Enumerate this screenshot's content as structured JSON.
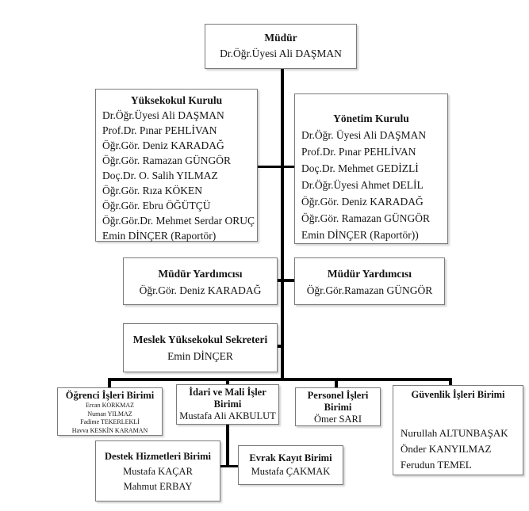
{
  "page": {
    "background_color": "#ffffff",
    "line_color": "#000000",
    "border_color": "#7a7a7a",
    "text_color": "#141414"
  },
  "boxes": {
    "mudur": {
      "title": "Müdür",
      "members": [
        "Dr.Öğr.Üyesi Ali DAŞMAN"
      ]
    },
    "yuksekokul_kurulu": {
      "title": "Yüksekokul Kurulu",
      "members": [
        "Dr.Öğr.Üyesi Ali DAŞMAN",
        "Prof.Dr. Pınar PEHLİVAN",
        "Öğr.Gör. Deniz KARADAĞ",
        "Öğr.Gör. Ramazan GÜNGÖR",
        "Doç.Dr. O. Salih YILMAZ",
        "Öğr.Gör. Rıza KÖKEN",
        "Öğr.Gör. Ebru ÖĞÜTÇÜ",
        "Öğr.Gör.Dr. Mehmet Serdar ORUÇ",
        "Emin DİNÇER (Raportör)"
      ]
    },
    "yonetim_kurulu": {
      "title": "Yönetim Kurulu",
      "members": [
        "Dr.Öğr. Üyesi Ali DAŞMAN",
        "Prof.Dr. Pınar PEHLİVAN",
        "Doç.Dr. Mehmet GEDİZLİ",
        "Dr.Öğr.Üyesi Ahmet DELİL",
        "Öğr.Gör. Deniz KARADAĞ",
        "Öğr.Gör. Ramazan GÜNGÖR",
        "Emin DİNÇER (Raportör))"
      ]
    },
    "mudur_yardimcisi_sol": {
      "title": "Müdür Yardımcısı",
      "members": [
        "Öğr.Gör. Deniz KARADAĞ"
      ]
    },
    "mudur_yardimcisi_sag": {
      "title": "Müdür Yardımcısı",
      "members": [
        "Öğr.Gör.Ramazan GÜNGÖR"
      ]
    },
    "sekreter": {
      "title": "Meslek Yüksekokul Sekreteri",
      "members": [
        "Emin DİNÇER"
      ]
    },
    "ogrenci_isleri": {
      "title": "Öğrenci İşleri Birimi",
      "members": [
        "Ercan KORKMAZ",
        "Numan YILMAZ",
        "Fadime TEKERLEKLİ",
        "Havva KESKİN KARAMAN"
      ]
    },
    "idari_mali_isler": {
      "title": "İdari ve Mali İşler Birimi",
      "members": [
        "Mustafa Ali AKBULUT"
      ]
    },
    "personel_isleri": {
      "title": "Personel İşleri Birimi",
      "members": [
        "Ömer SARI"
      ]
    },
    "guvenlik_isleri": {
      "title": "Güvenlik İşleri Birimi",
      "members": [
        "Nurullah ALTUNBAŞAK",
        "Önder KANYILMAZ",
        "Ferudun TEMEL"
      ]
    },
    "destek_hizmetleri": {
      "title": "Destek Hizmetleri Birimi",
      "members": [
        "Mustafa KAÇAR",
        "Mahmut ERBAY"
      ]
    },
    "evrak_kayit": {
      "title": "Evrak Kayıt Birimi",
      "members": [
        "Mustafa ÇAKMAK"
      ]
    }
  }
}
